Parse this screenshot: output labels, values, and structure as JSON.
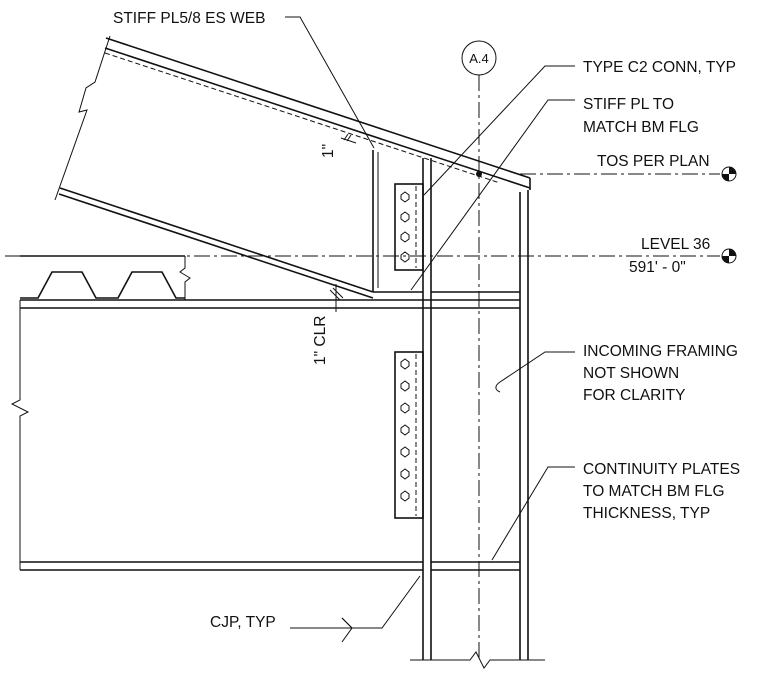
{
  "grid_bubble": {
    "label": "A.4"
  },
  "callouts": {
    "stiff_web": "STIFF PL5/8 ES WEB",
    "type_c2_conn": "TYPE C2 CONN, TYP",
    "stiff_pl_1": "STIFF PL TO",
    "stiff_pl_2": "MATCH BM FLG",
    "incoming_1": "INCOMING FRAMING",
    "incoming_2": "NOT SHOWN",
    "incoming_3": "FOR CLARITY",
    "continuity_1": "CONTINUITY PLATES",
    "continuity_2": "TO MATCH BM FLG",
    "continuity_3": "THICKNESS, TYP",
    "cjp": "CJP, TYP"
  },
  "dimensions": {
    "one_inch": "1\"",
    "one_inch_clr": "1\" CLR"
  },
  "levels": {
    "tos": "TOS PER PLAN",
    "level_name": "LEVEL 36",
    "level_elev": "591' - 0\""
  }
}
